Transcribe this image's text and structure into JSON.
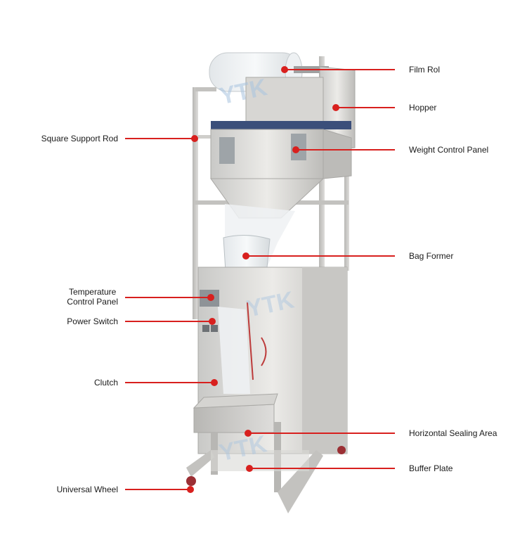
{
  "watermark": "YTK",
  "accent_color": "#d8201e",
  "labels": {
    "film_roll": "Film Rol",
    "hopper": "Hopper",
    "square_support_rod": "Square Support Rod",
    "weight_control_panel": "Weight Control Panel",
    "bag_former": "Bag Former",
    "temperature_control_panel_line1": "Temperature",
    "temperature_control_panel_line2": "Control Panel",
    "power_switch": "Power Switch",
    "clutch": "Clutch",
    "horizontal_sealing_area": "Horizontal Sealing Area",
    "buffer_plate": "Buffer Plate",
    "universal_wheel": "Universal Wheel"
  }
}
